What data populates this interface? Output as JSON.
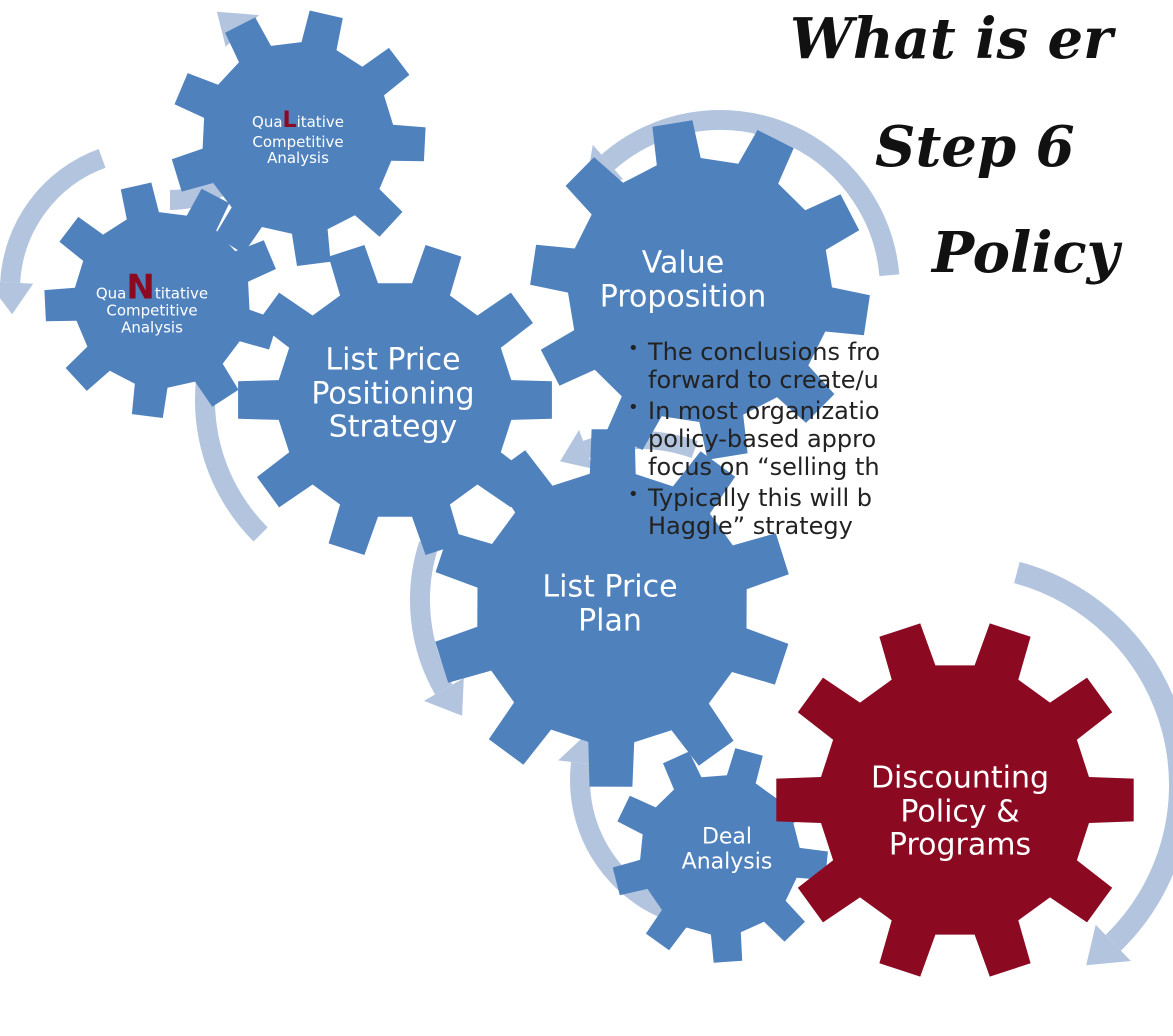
{
  "title": {
    "lines": [
      "What is er",
      "Step 6",
      "Policy"
    ]
  },
  "bullets": [
    [
      "The conclusions fro",
      "forward to create/u"
    ],
    [
      "In most organizatio",
      "policy-based appro",
      "focus on “selling th"
    ],
    [
      "Typically this will b",
      "Haggle” strategy"
    ]
  ],
  "gears": {
    "qualitative": {
      "prefix": "Qua",
      "letter": "L",
      "suffix": "itative",
      "line2": "Competitive",
      "line3": "Analysis"
    },
    "quantitative": {
      "prefix": "Qua",
      "letter": "N",
      "suffix": "titative",
      "line2": "Competitive",
      "line3": "Analysis"
    },
    "value_proposition": {
      "line1": "Value",
      "line2": "Proposition"
    },
    "positioning": {
      "line1": "List Price",
      "line2": "Positioning",
      "line3": "Strategy"
    },
    "plan": {
      "line1": "List Price",
      "line2": "Plan"
    },
    "discounting": {
      "line1": "Discounting",
      "line2": "Policy &",
      "line3": "Programs"
    },
    "deal": {
      "line1": "Deal",
      "line2": "Analysis"
    }
  },
  "colors": {
    "gear_blue": "#4f81bd",
    "gear_highlight": "#8b0a22",
    "arrow": "#b3c4df",
    "accent_letter": "#8b0a22"
  }
}
